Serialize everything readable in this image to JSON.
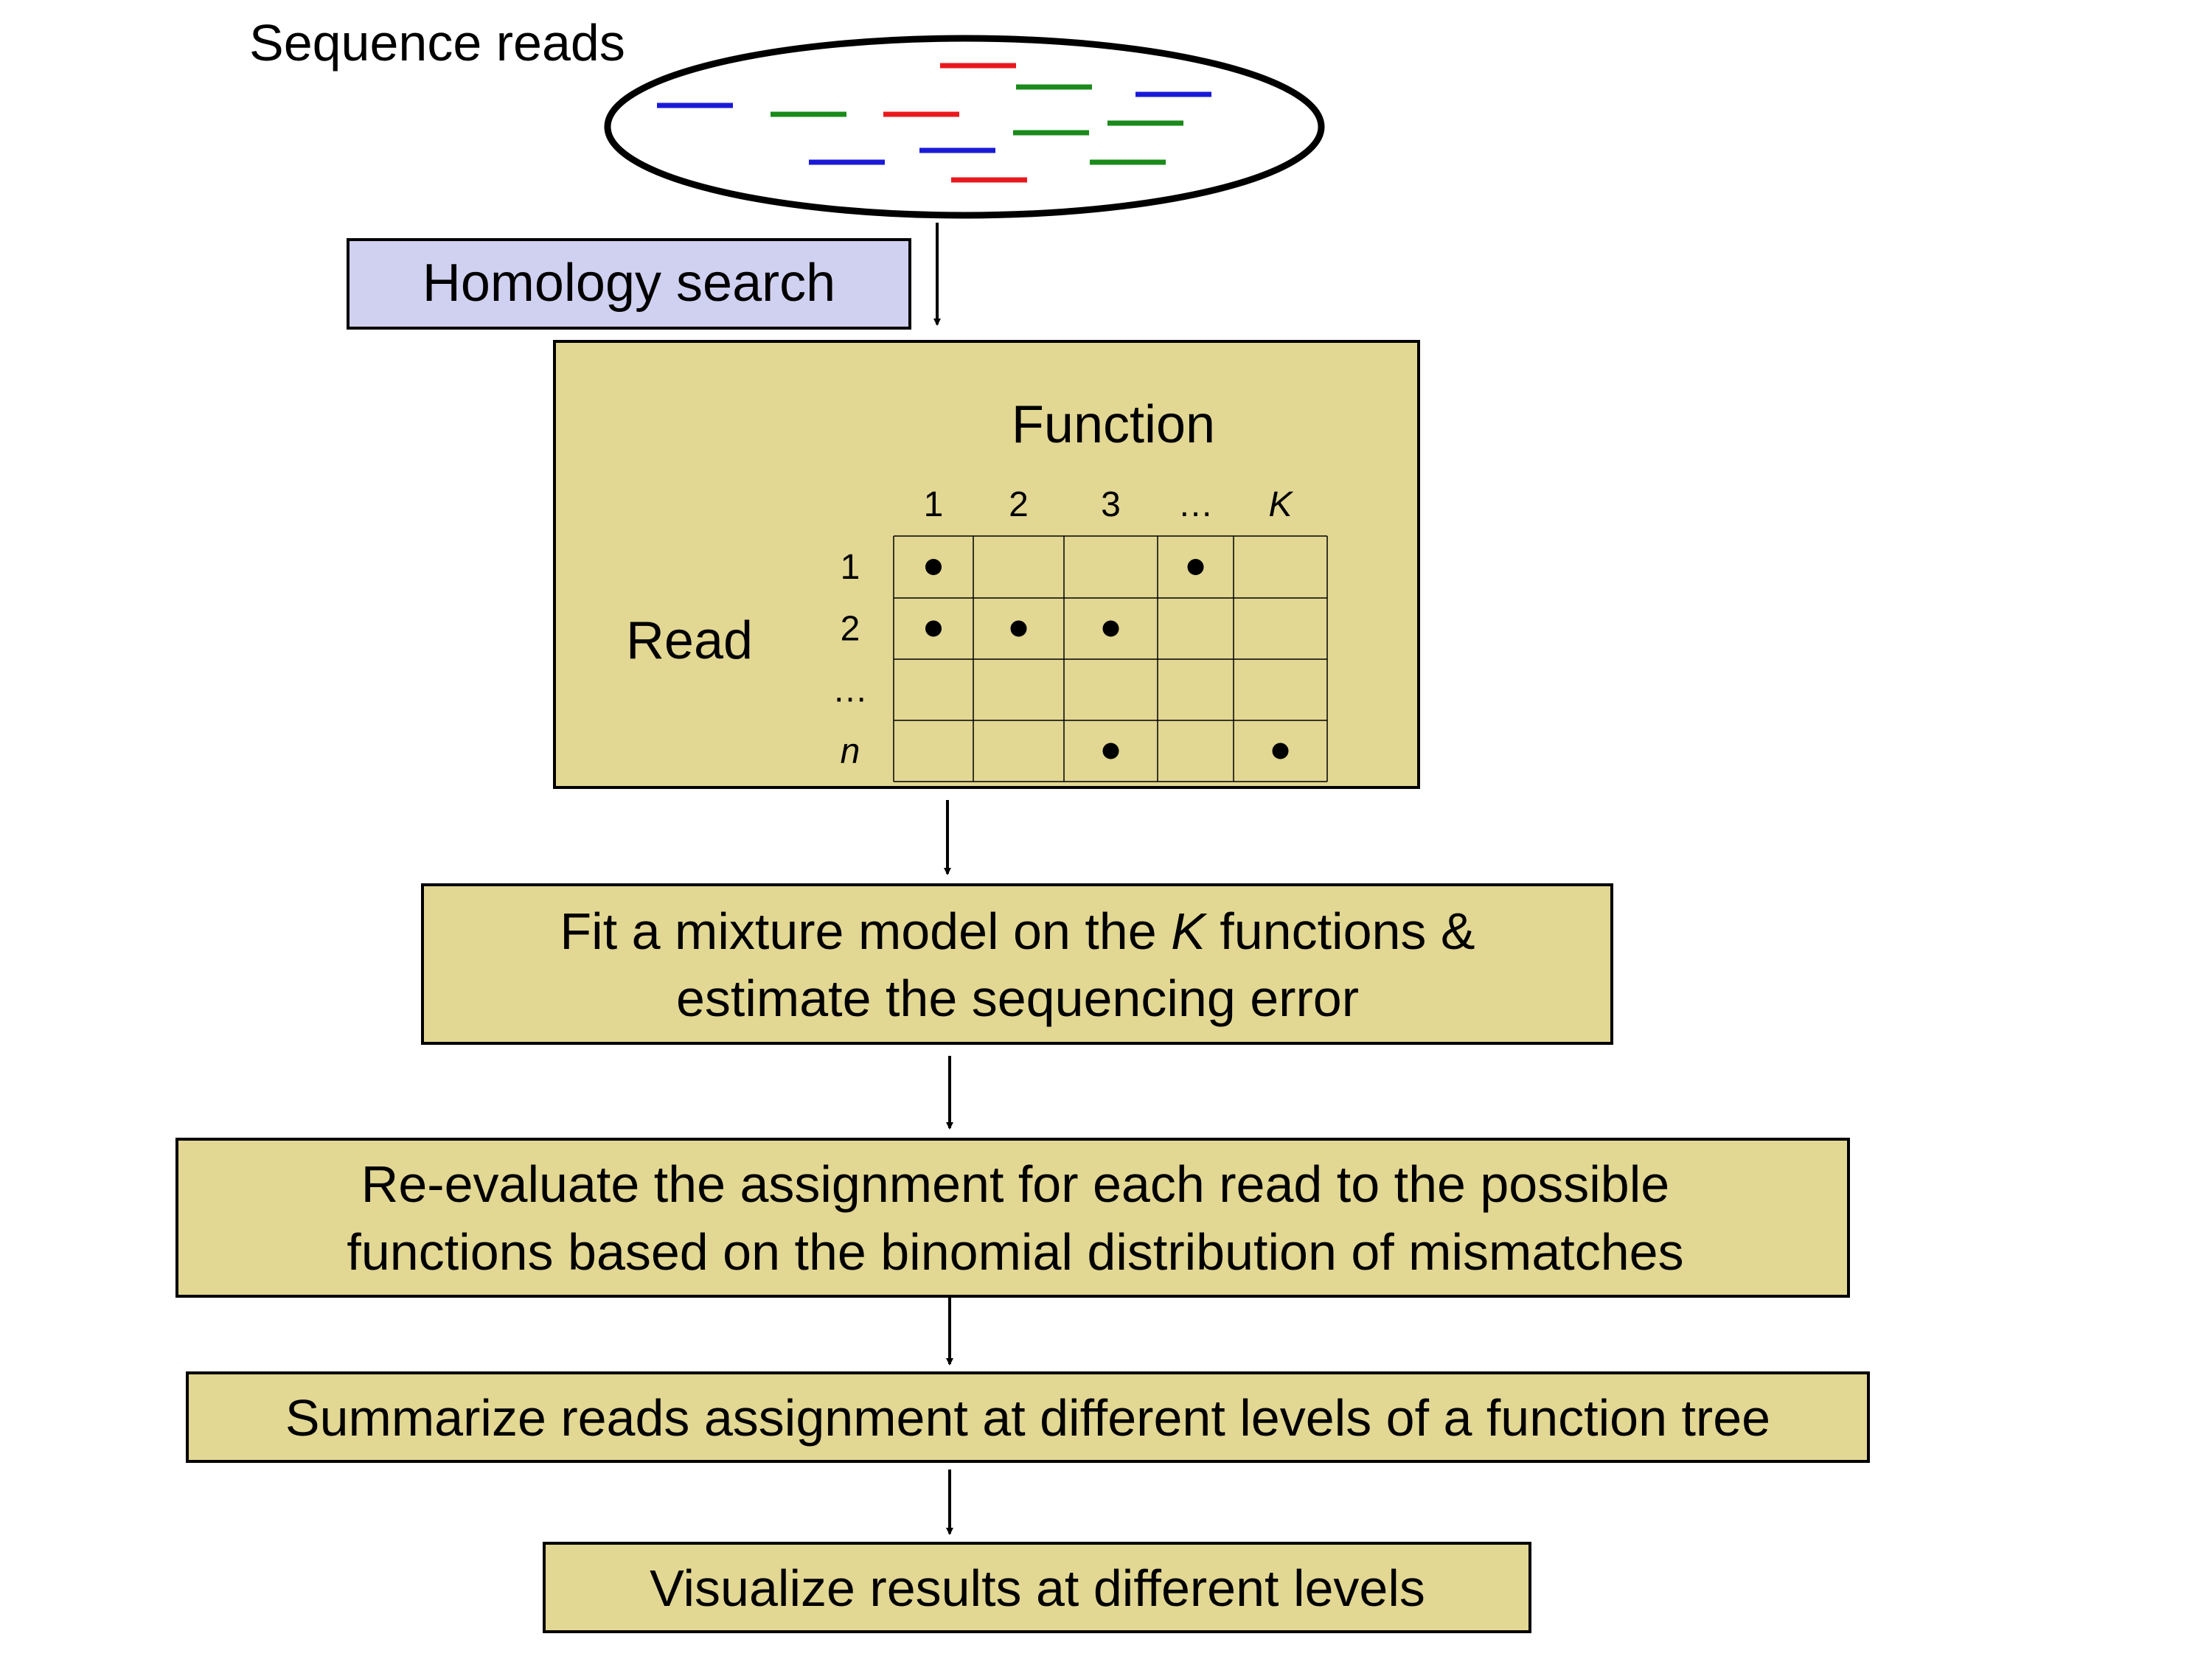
{
  "title": "Sequence reads",
  "colors": {
    "box_fill": "#e2d793",
    "search_fill": "#d0d0f0",
    "border": "#000000",
    "read_red": "#e8191e",
    "read_green": "#1a8a1a",
    "read_blue": "#1a1ad6"
  },
  "reads": [
    {
      "color": "red"
    },
    {
      "color": "green"
    },
    {
      "color": "blue"
    },
    {
      "color": "blue"
    },
    {
      "color": "green"
    },
    {
      "color": "red"
    },
    {
      "color": "green"
    },
    {
      "color": "green"
    },
    {
      "color": "blue"
    },
    {
      "color": "blue"
    },
    {
      "color": "red"
    },
    {
      "color": "green"
    }
  ],
  "homology_label": "Homology search",
  "matrix": {
    "column_title": "Function",
    "row_title": "Read",
    "col_labels": [
      "1",
      "2",
      "3",
      "…",
      "K"
    ],
    "row_labels": [
      "1",
      "2",
      "…",
      "n"
    ],
    "dots": [
      [
        true,
        false,
        false,
        true,
        false
      ],
      [
        true,
        true,
        true,
        false,
        false
      ],
      [
        false,
        false,
        false,
        false,
        false
      ],
      [
        false,
        false,
        true,
        false,
        true
      ]
    ]
  },
  "steps": {
    "fit_line1_a": "Fit a mixture model on the ",
    "fit_line1_k": "K",
    "fit_line1_b": " functions &",
    "fit_line2": "estimate the sequencing error",
    "reeval_line1": "Re-evaluate the assignment for each read to the possible",
    "reeval_line2": "functions based on the binomial distribution of mismatches",
    "summarize": "Summarize reads assignment at different levels of a function tree",
    "visualize": "Visualize results at different levels"
  }
}
